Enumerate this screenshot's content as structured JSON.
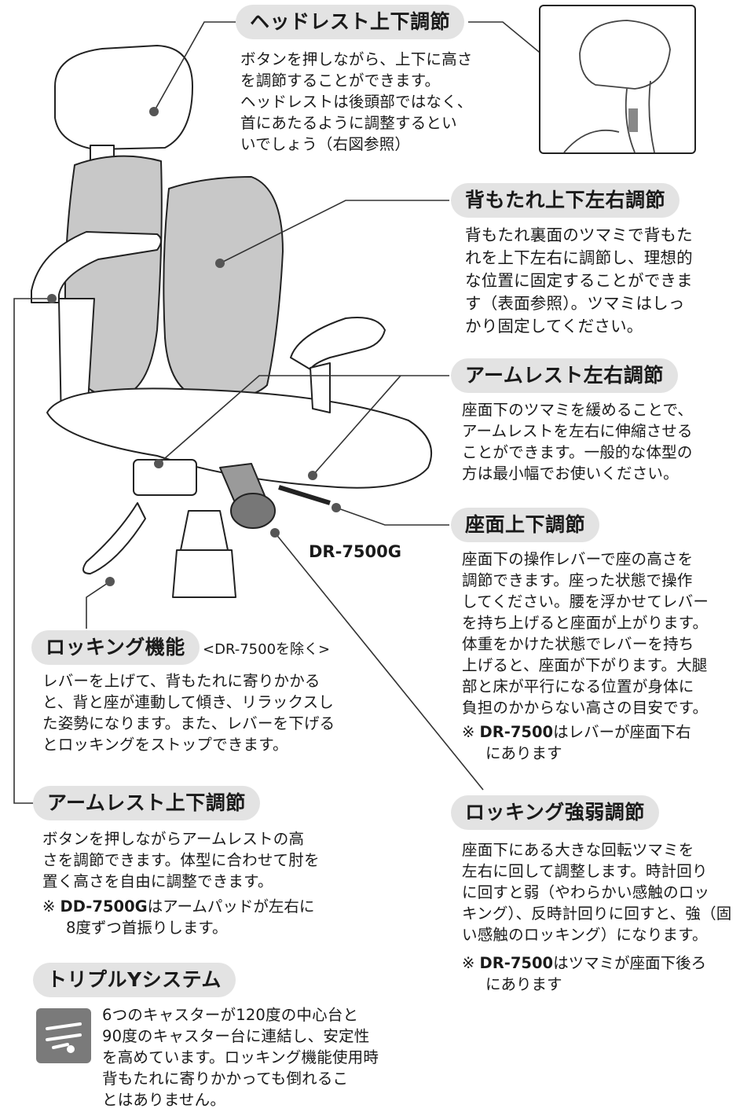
{
  "headrest": {
    "title": "ヘッドレスト上下調節",
    "text": "ボタンを押しながら、上下に高さ\nを調節することができます。\nヘッドレストは後頭部ではなく、\n首にあたるように調整するとい\nいでしょう（右図参照）"
  },
  "backrest": {
    "title": "背もたれ上下左右調節",
    "text": "背もたれ裏面のツマミで背もた\nれを上下左右に調節し、理想的\nな位置に固定することができま\nす（表面参照）。ツマミはしっ\nかり固定してください。"
  },
  "armrest_lr": {
    "title": "アームレスト左右調節",
    "text": "座面下のツマミを緩めることで、\nアームレストを左右に伸縮させる\nことができます。一般的な体型の\n方は最小幅でお使いください。"
  },
  "seat_height": {
    "title": "座面上下調節",
    "text": "座面下の操作レバーで座の高さを\n調節できます。座った状態で操作\nしてください。腰を浮かせてレバー\nを持ち上げると座面が上がります。\n体重をかけた状態でレバーを持ち\n上げると、座面が下がります。大腿\n部と床が平行になる位置が身体に\n負担のかからない高さの目安です。",
    "note_mark": "※",
    "note_model": "DR-7500",
    "note_text": "はレバーが座面下右\nにあります"
  },
  "model_label": "DR-7500G",
  "rocking": {
    "title": "ロッキング機能",
    "subtitle": "<DR-7500を除く>",
    "text": "レバーを上げて、背もたれに寄りかかる\nと、背と座が連動して傾き、リラックスし\nた姿勢になります。また、レバーを下げる\nとロッキングをストップできます。"
  },
  "rocking_strength": {
    "title": "ロッキング強弱調節",
    "text": "座面下にある大きな回転ツマミを\n左右に回して調整します。時計回り\nに回すと弱（やわらかい感触のロッ\nキング）、反時計回りに回すと、強（固\nい感触のロッキング）になります。",
    "note_mark": "※",
    "note_model": "DR-7500",
    "note_text": "はツマミが座面下後ろ\nにあります"
  },
  "armrest_ud": {
    "title": "アームレスト上下調節",
    "text": "ボタンを押しながらアームレストの高\nさを調節できます。体型に合わせて肘を\n置く高さを自由に調整できます。",
    "note_mark": "※",
    "note_model": "DD-7500G",
    "note_text": "はアームパッドが左右に\n8度ずつ首振りします。"
  },
  "triple_y": {
    "title": "トリプルYシステム",
    "text": "6つのキャスターが120度の中心台と\n90度のキャスター台に連結し、安定性\nを高めています。ロッキング機能使用時\n背もたれに寄りかかっても倒れるこ\nとはありません。"
  },
  "colors": {
    "pill": "#e3e3e3",
    "cushion": "#c8c8c8",
    "line": "#333333"
  }
}
